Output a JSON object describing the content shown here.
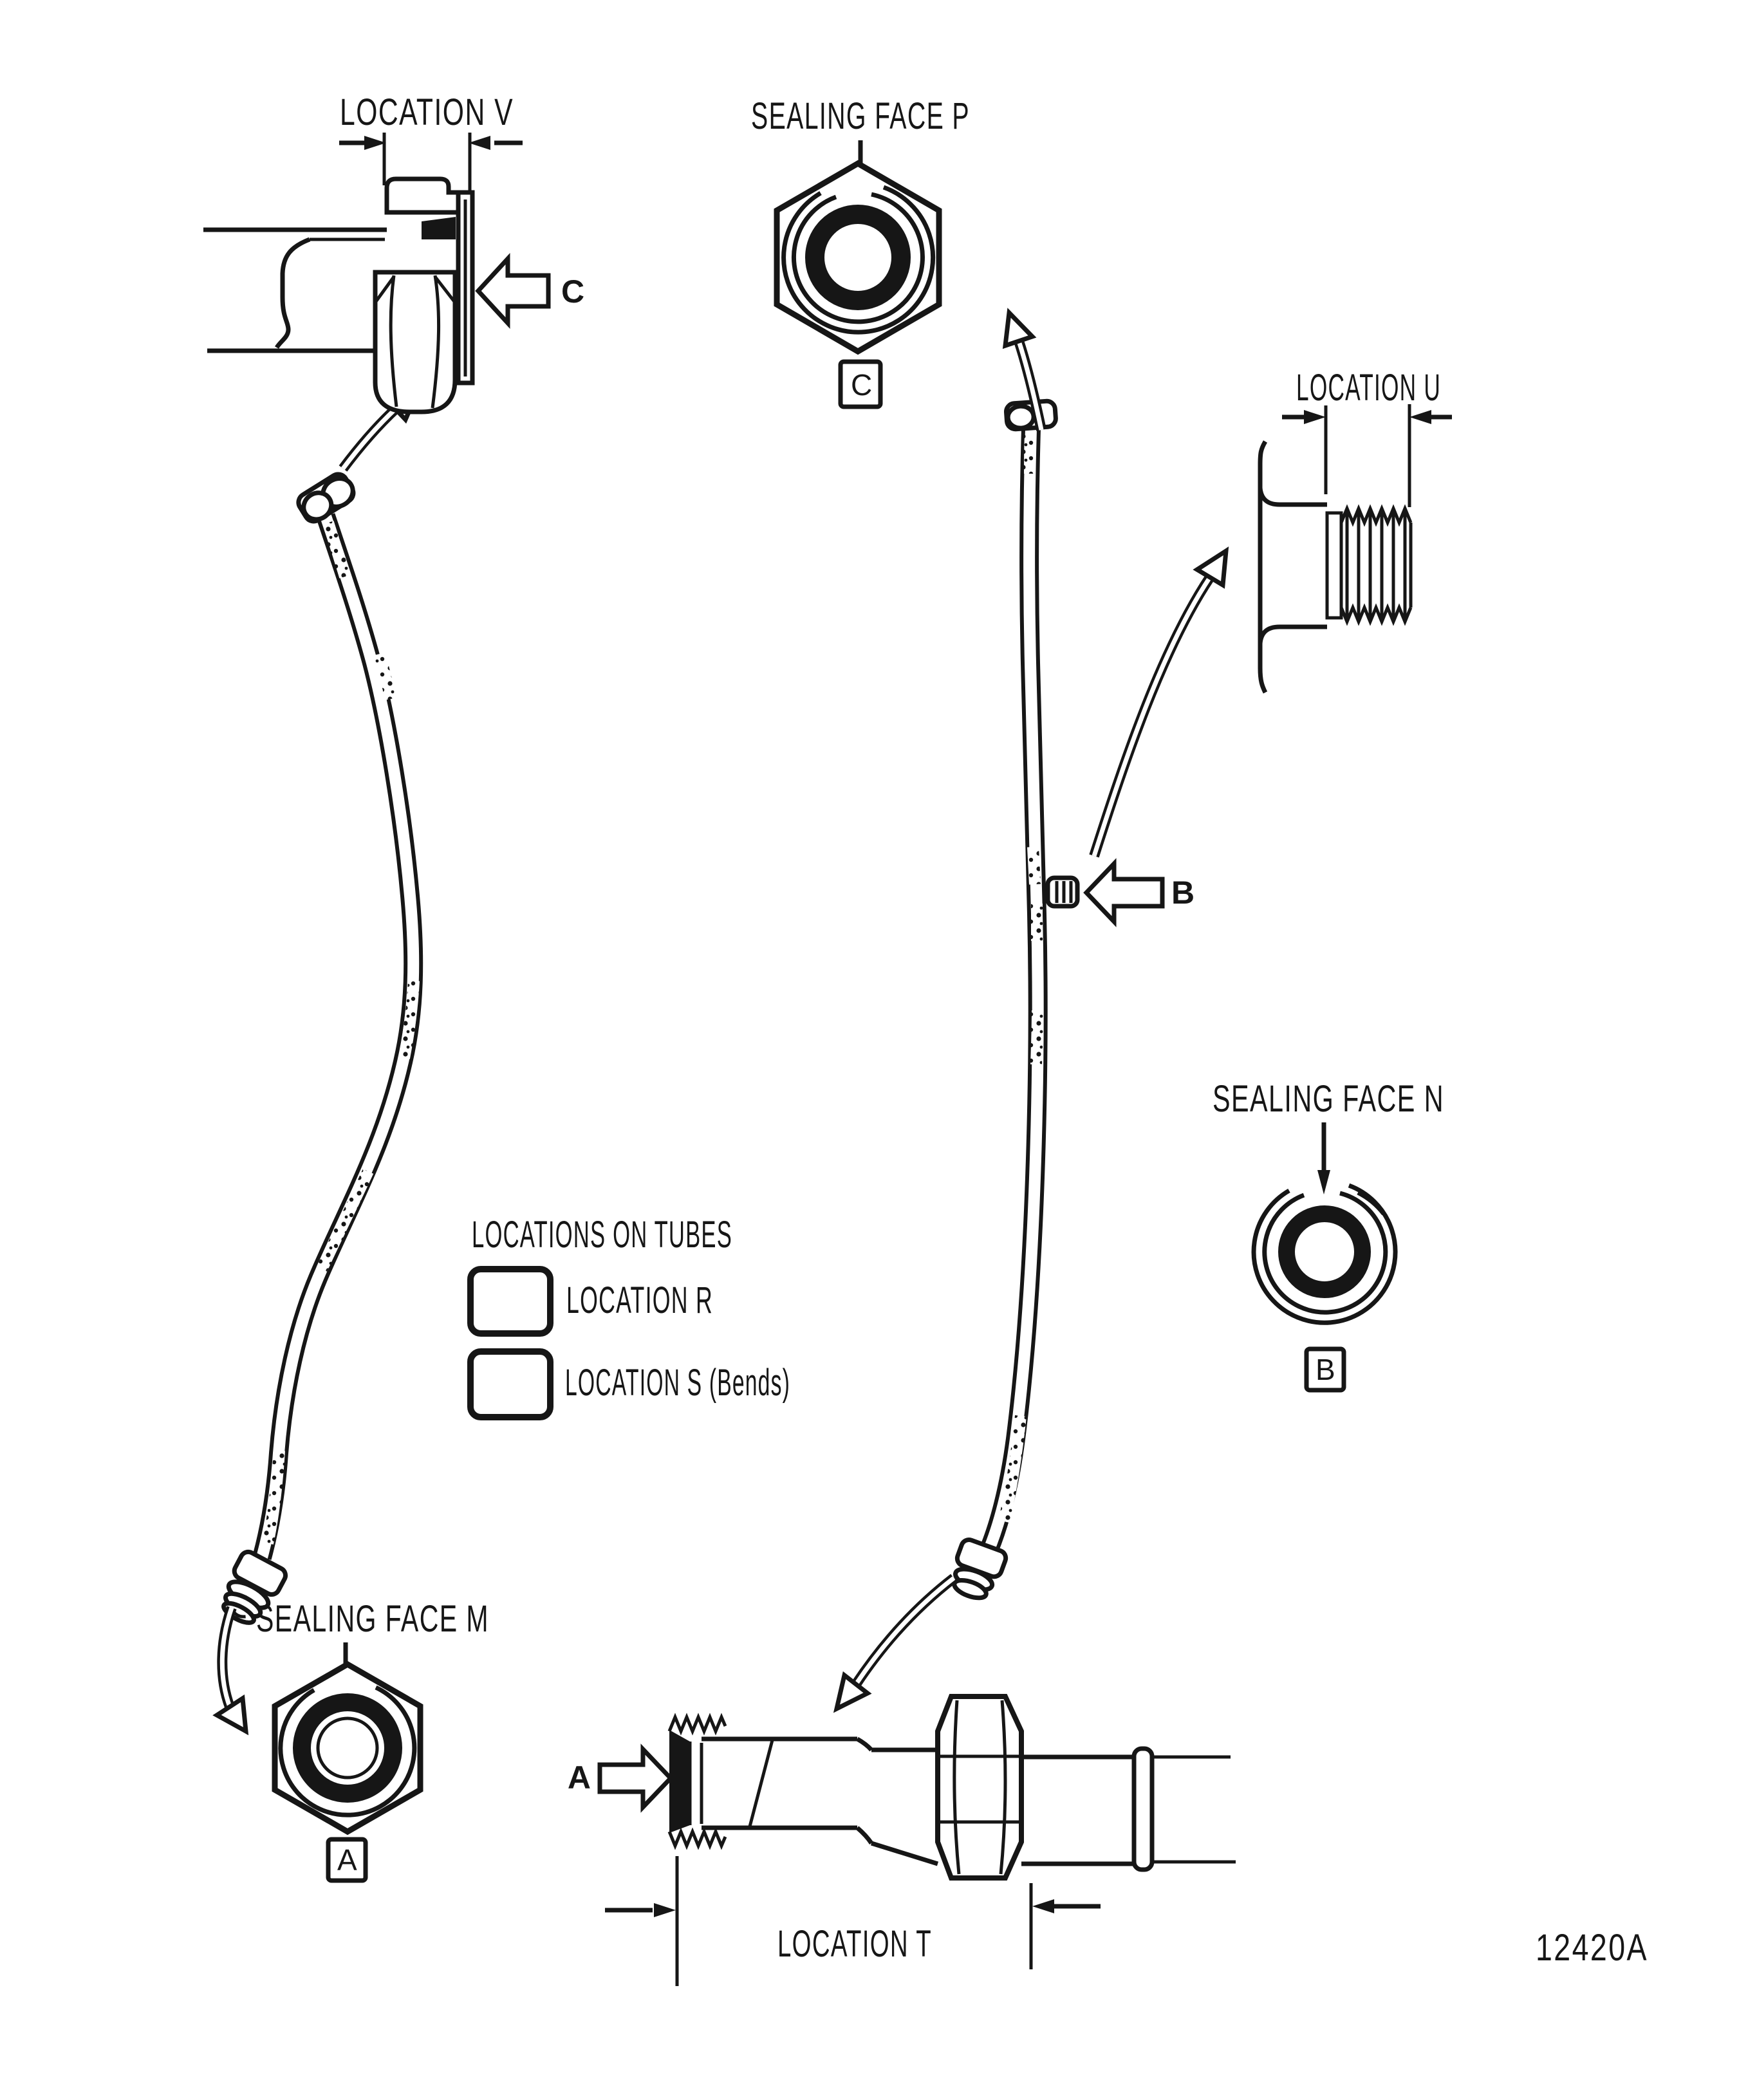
{
  "figure": {
    "number": "12420A",
    "ink_color": "#161616",
    "background_color": "#ffffff",
    "type": "service-manual line diagram of tube assemblies, fittings and sealing faces"
  },
  "labels": {
    "location_v": "LOCATION V",
    "sealing_face_p": "SEALING FACE P",
    "location_u": "LOCATION U",
    "sealing_face_n": "SEALING FACE N",
    "sealing_face_m": "SEALING FACE M",
    "location_t": "LOCATION T"
  },
  "callouts": {
    "a": "A",
    "b": "B",
    "c": "C"
  },
  "boxed_refs": {
    "a": "A",
    "b": "B",
    "c": "C"
  },
  "legend": {
    "title": "LOCATIONS ON TUBES",
    "items": [
      {
        "swatch": "plain",
        "label": "LOCATION R"
      },
      {
        "swatch": "stippled",
        "label": "LOCATION S (Bends)"
      }
    ]
  }
}
